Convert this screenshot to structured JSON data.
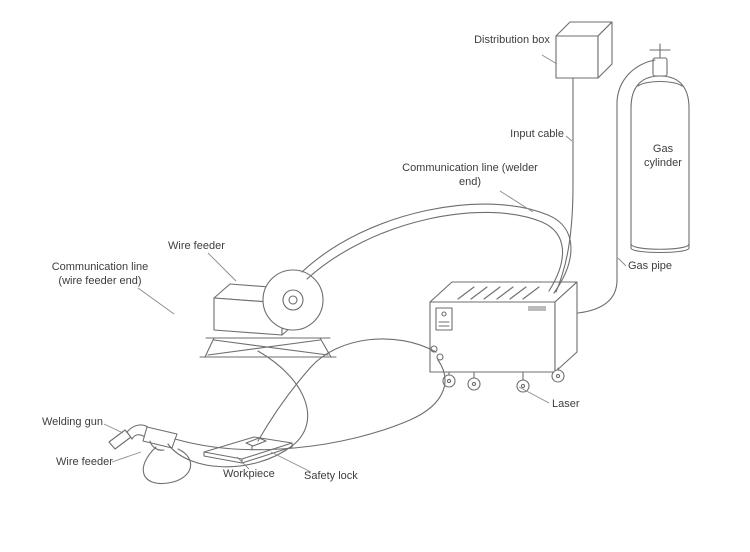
{
  "colors": {
    "line": "#6e6e6e",
    "leader": "#8a8a8a",
    "text": "#3d3d3d",
    "background": "#ffffff"
  },
  "labels": {
    "distribution_box": "Distribution box",
    "input_cable": "Input cable",
    "communication_line_welder_end": "Communication line (welder end)",
    "gas_cylinder": "Gas cylinder",
    "gas_pipe": "Gas pipe",
    "wire_feeder_top": "Wire feeder",
    "communication_line_wire_feeder_end": "Communication line (wire feeder end)",
    "welding_gun": "Welding gun",
    "wire_feeder_bottom": "Wire feeder",
    "workpiece": "Workpiece",
    "safety_lock": "Safety lock",
    "laser": "Laser"
  }
}
